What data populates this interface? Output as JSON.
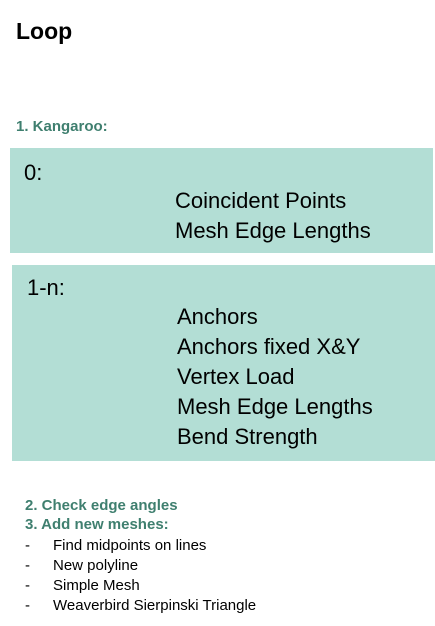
{
  "title": "Loop",
  "section1": "1. Kangaroo:",
  "box0": {
    "label": "0:",
    "items": [
      "Coincident Points",
      "Mesh Edge Lengths"
    ]
  },
  "box1": {
    "label": "1-n:",
    "items": [
      "Anchors",
      "Anchors fixed X&Y",
      "Vertex Load",
      "Mesh Edge Lengths",
      "Bend Strength"
    ]
  },
  "section2": "2. Check edge angles",
  "section3": "3. Add new meshes:",
  "bullet_marker": "-",
  "bullets": [
    "Find midpoints on lines",
    "New polyline",
    "Simple Mesh",
    "Weaverbird Sierpinski Triangle"
  ],
  "colors": {
    "box_fill": "#b3ded5",
    "heading_green": "#3f7f6f"
  }
}
